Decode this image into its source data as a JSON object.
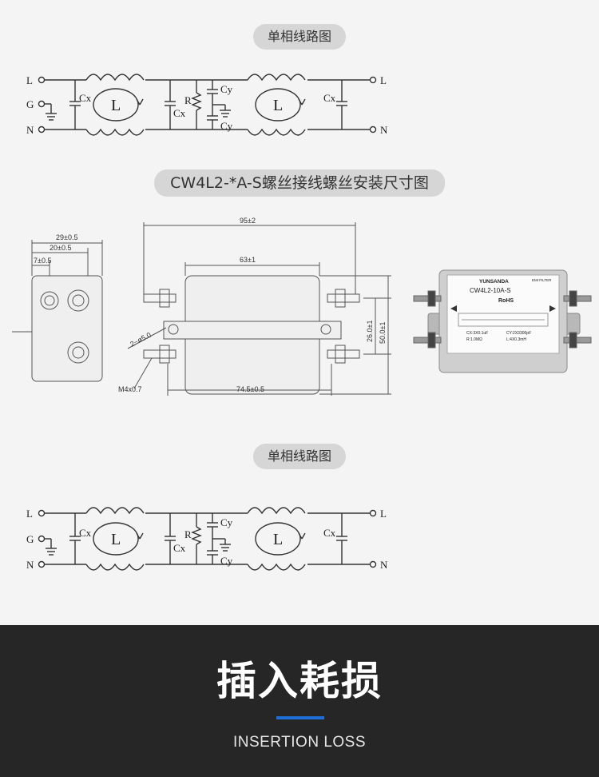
{
  "section1": {
    "title": "单相线路图"
  },
  "section2": {
    "title": "CW4L2-*A-S螺丝接线螺丝安装尺寸图"
  },
  "section3": {
    "title": "单相线路图"
  },
  "circuit": {
    "terminals_left": [
      "L",
      "G",
      "N"
    ],
    "terminals_right": [
      "L",
      "N"
    ],
    "cap_x": "Cx",
    "cap_y": "Cy",
    "resistor": "R",
    "inductor": "L"
  },
  "dimensions": {
    "d29": "29±0.5",
    "d20": "20±0.5",
    "d7": "7±0.5",
    "d95": "95±2",
    "d63": "63±1",
    "d26": "26.0±1",
    "d50": "50.0±1",
    "d745": "74.5±0.5",
    "hole": "2−ø5.0",
    "screw": "M4x0.7"
  },
  "product_label": {
    "brand": "YUNSANDA",
    "model": "CW4L2-10A-S",
    "emc": "EMI FILTER",
    "rohs": "RoHS",
    "spec1": "CX:3X0.1uF",
    "spec2": "R:1.0MΩ",
    "spec3": "CY:2X3300pF",
    "spec4": "L:4X0.3mH"
  },
  "footer": {
    "title_cn": "插入耗损",
    "title_en": "INSERTION LOSS",
    "accent_color": "#1e6fd8"
  }
}
